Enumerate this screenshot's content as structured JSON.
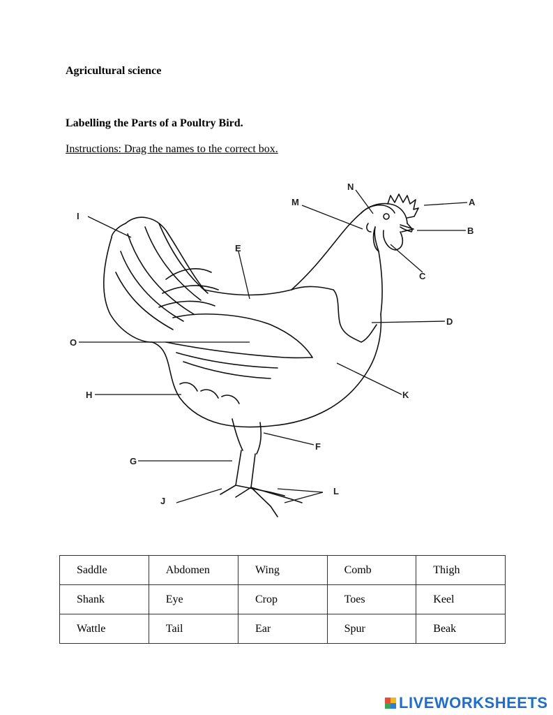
{
  "header": {
    "subject": "Agricultural science",
    "title": "Labelling the Parts of a Poultry Bird.",
    "instructions": "Instructions:  Drag the names to the correct box."
  },
  "diagram": {
    "labels": {
      "A": "A",
      "B": "B",
      "C": "C",
      "D": "D",
      "E": "E",
      "F": "F",
      "G": "G",
      "H": "H",
      "I": "I",
      "J": "J",
      "K": "K",
      "L": "L",
      "M": "M",
      "N": "N",
      "O": "O"
    }
  },
  "word_bank": [
    [
      "Saddle",
      "Abdomen",
      "Wing",
      "Comb",
      "Thigh"
    ],
    [
      "Shank",
      "Eye",
      "Crop",
      "Toes",
      "Keel"
    ],
    [
      "Wattle",
      "Tail",
      "Ear",
      "Spur",
      "Beak"
    ]
  ],
  "footer": {
    "brand": "LIVEWORKSHEETS"
  }
}
